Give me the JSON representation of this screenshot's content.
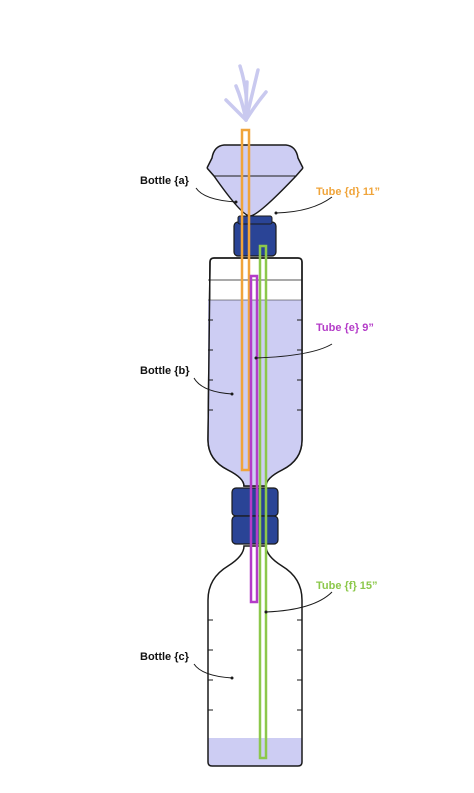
{
  "labels": {
    "bottle_a": "Bottle {a}",
    "bottle_b": "Bottle {b}",
    "bottle_c": "Bottle {c}",
    "tube_d": "Tube {d} 11”",
    "tube_e": "Tube {e} 9”",
    "tube_f": "Tube {f} 15”"
  },
  "colors": {
    "water": "#cdcdf3",
    "cap": "#2a4496",
    "tube_d": "#f0a43a",
    "tube_e": "#b43cc8",
    "tube_f": "#8cc84b",
    "spray": "#c9c9ef",
    "outline": "#1a1a1a"
  },
  "icons": [
    "fountain-spray-icon"
  ]
}
